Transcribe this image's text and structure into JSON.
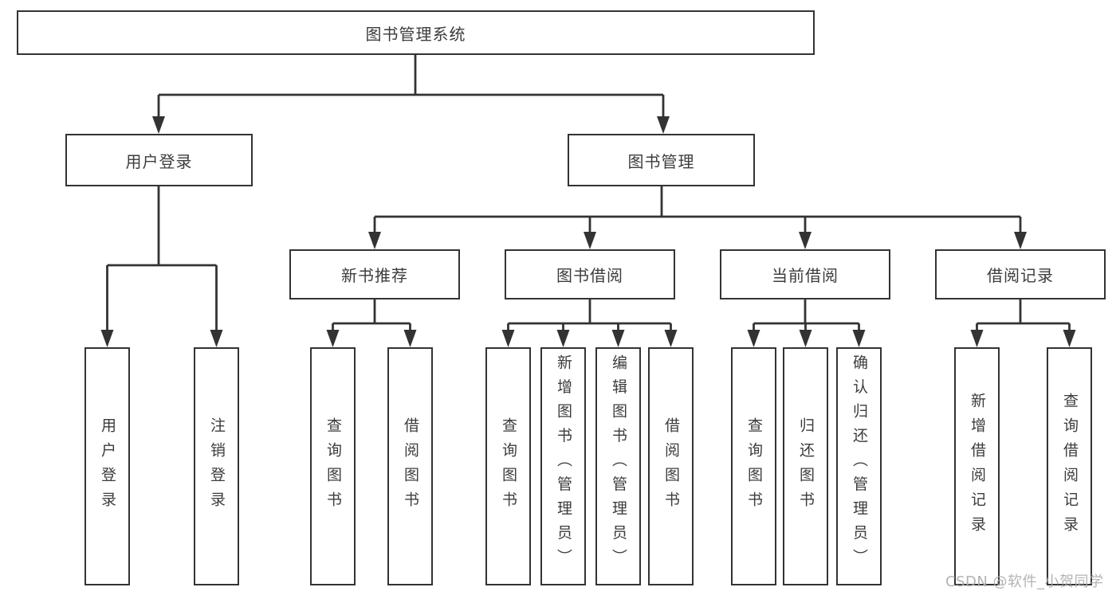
{
  "tree": {
    "label": "图书管理系统",
    "children": [
      {
        "label": "用户登录",
        "children": [
          {
            "label": "用户登录"
          },
          {
            "label": "注销登录"
          }
        ]
      },
      {
        "label": "图书管理",
        "children": [
          {
            "label": "新书推荐",
            "children": [
              {
                "label": "查询图书"
              },
              {
                "label": "借阅图书"
              }
            ]
          },
          {
            "label": "图书借阅",
            "children": [
              {
                "label": "查询图书"
              },
              {
                "label": "新增图书（管理员）"
              },
              {
                "label": "编辑图书（管理员）"
              },
              {
                "label": "借阅图书"
              }
            ]
          },
          {
            "label": "当前借阅",
            "children": [
              {
                "label": "查询图书"
              },
              {
                "label": "归还图书"
              },
              {
                "label": "确认归还（管理员）"
              }
            ]
          },
          {
            "label": "借阅记录",
            "children": [
              {
                "label": "新增借阅记录"
              },
              {
                "label": "查询借阅记录"
              }
            ]
          }
        ]
      }
    ]
  },
  "watermark": {
    "text": "CSDN @软件_小贺同学"
  },
  "colors": {
    "line": "#333333",
    "text": "#3c3c3c",
    "background": "#ffffff",
    "watermark": "#adadad"
  }
}
